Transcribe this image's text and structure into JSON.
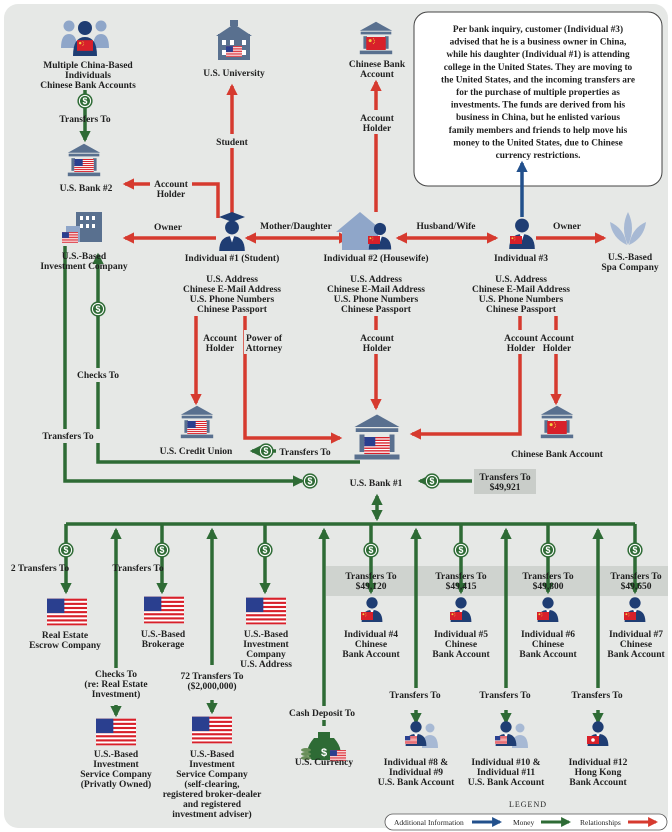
{
  "colors": {
    "money": "#2e6b35",
    "relationship": "#d63a2f",
    "info": "#22508c",
    "bank": "#59708f",
    "person": "#1f3d73",
    "flag_red": "#d8202a",
    "flag_blue": "#2a3f8f",
    "grey_band": "#d9ddd9"
  },
  "note_lines": [
    "Per bank inquiry, customer (Individual #3)",
    "advised that he is a business owner in China,",
    "while his daughter (Individual #1) is attending",
    "college in the United States. They are moving to",
    "the United States, and the incoming transfers are",
    "for the purchase of multiple properties as",
    "investments. The funds are derived from his",
    "business in China, but he enlisted various",
    "family members and friends to help move his",
    "money to the United States, due to Chinese",
    "currency restrictions."
  ],
  "nodes": {
    "china_multi": [
      "Multiple China-Based",
      "Individuals",
      "Chinese Bank Accounts"
    ],
    "us_university": [
      "U.S. University"
    ],
    "chinese_bank_top": [
      "Chinese Bank",
      "Account"
    ],
    "us_bank2": [
      "U.S. Bank #2"
    ],
    "investment_co": [
      "U.S.-Based",
      "Investment Company"
    ],
    "ind1": [
      "Individual #1 (Student)"
    ],
    "ind2": [
      "Individual #2 (Housewife)"
    ],
    "ind3": [
      "Individual #3"
    ],
    "spa": [
      "U.S.-Based",
      "Spa Company"
    ],
    "ind1_attrs": [
      "U.S. Address",
      "Chinese E-Mail Address",
      "U.S. Phone Numbers",
      "Chinese Passport"
    ],
    "ind2_attrs": [
      "U.S. Address",
      "Chinese E-Mail Address",
      "U.S. Phone Numbers",
      "Chinese Passport"
    ],
    "ind3_attrs": [
      "U.S. Address",
      "Chinese E-Mail Address",
      "U.S. Phone Numbers",
      "Chinese Passport"
    ],
    "credit_union": [
      "U.S. Credit Union"
    ],
    "us_bank1": [
      "U.S. Bank #1"
    ],
    "chinese_bank_right": [
      "Chinese Bank Account"
    ],
    "escrow": [
      "Real Estate",
      "Escrow Company"
    ],
    "brokerage": [
      "U.S.-Based",
      "Brokerage"
    ],
    "inv_co2": [
      "U.S.-Based",
      "Investment",
      "Company",
      "U.S. Address"
    ],
    "ind4": [
      "Individual #4",
      "Chinese",
      "Bank Account"
    ],
    "ind5": [
      "Individual #5",
      "Chinese",
      "Bank Account"
    ],
    "ind6": [
      "Individual #6",
      "Chinese",
      "Bank Account"
    ],
    "ind7": [
      "Individual #7",
      "Chinese",
      "Bank Account"
    ],
    "svc_private": [
      "U.S.-Based",
      "Investment",
      "Service Company",
      "(Privatly Owned)"
    ],
    "svc_broker": [
      "U.S.-Based",
      "Investment",
      "Service Company",
      "(self-clearing,",
      "registered broker-dealer",
      "and registered",
      "investment adviser)"
    ],
    "currency": [
      "U.S. Currency"
    ],
    "ind89": [
      "Individual #8 &",
      "Individual #9",
      "U.S. Bank Account"
    ],
    "ind1011": [
      "Individual #10 &",
      "Individual #11",
      "U.S. Bank Account"
    ],
    "ind12": [
      "Individual #12",
      "Hong Kong",
      "Bank Account"
    ]
  },
  "edges": {
    "transfers_to": [
      "Transfers To"
    ],
    "student": [
      "Student"
    ],
    "account_holder": [
      "Account",
      "Holder"
    ],
    "owner": [
      "Owner"
    ],
    "mother_daughter": [
      "Mother/Daughter"
    ],
    "husband_wife": [
      "Husband/Wife"
    ],
    "power_of_attorney": [
      "Power of",
      "Attorney"
    ],
    "checks_to": [
      "Checks To"
    ],
    "t_49921": [
      "Transfers To",
      "$49,921"
    ],
    "two_transfers": [
      "2 Transfers To"
    ],
    "t_49120": [
      "Transfers To",
      "$49,120"
    ],
    "t_49415": [
      "Transfers To",
      "$49,415"
    ],
    "t_49800": [
      "Transfers To",
      "$49,800"
    ],
    "t_49650": [
      "Transfers To",
      "$49,650"
    ],
    "checks_re": [
      "Checks To",
      "(re: Real Estate",
      "Investment)"
    ],
    "t72": [
      "72 Transfers To",
      "($2,000,000)"
    ],
    "cash_deposit": [
      "Cash Deposit To"
    ]
  },
  "legend": {
    "title": "LEGEND",
    "additional": "Additional Information",
    "money": "Money",
    "relationships": "Relationships"
  },
  "icons": {
    "bank": "bank-icon",
    "person": "person-icon",
    "group": "people-group-icon",
    "university": "university-icon",
    "building": "office-building-icon",
    "house": "house-icon",
    "spa": "lotus-icon",
    "flag_us": "us-flag-icon",
    "flag_cn": "china-flag-icon",
    "flag_hk": "hong-kong-flag-icon",
    "dollar": "dollar-badge-icon",
    "money_bag": "money-bag-icon"
  }
}
